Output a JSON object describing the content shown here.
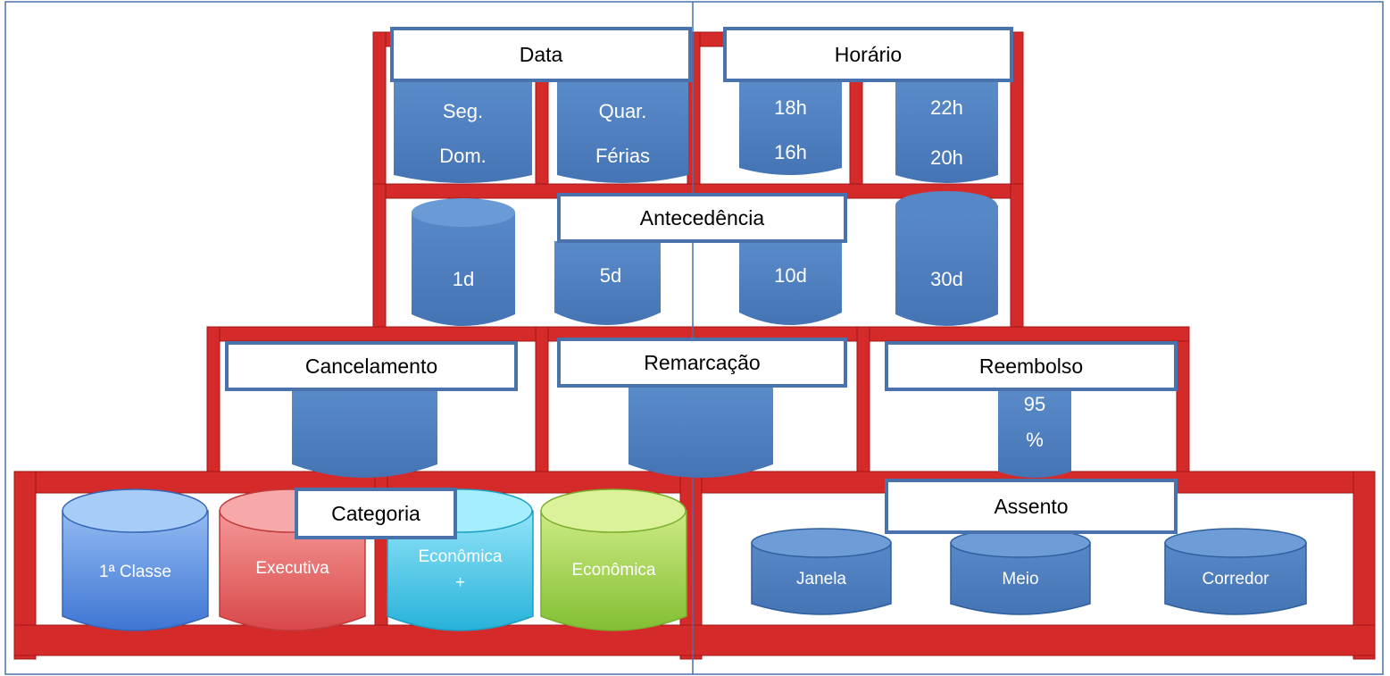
{
  "colors": {
    "frame_red": "#d42a2a",
    "frame_dark": "#a31515",
    "cylinder_blue": "#4d7ebd",
    "cylinder_blue_top": "#5b8bc8",
    "label_border": "#4a72ad",
    "first_class_blue": "#5f95e4",
    "executive_red": "#e86f6f",
    "economy_plus_cyan": "#4ec9ea",
    "economy_green": "#9ed255",
    "divider": "#4a72ad"
  },
  "labels": {
    "data": "Data",
    "horario": "Horário",
    "antecedencia": "Antecedência",
    "cancelamento": "Cancelamento",
    "remarcacao": "Remarcação",
    "reembolso": "Reembolso",
    "categoria": "Categoria",
    "assento": "Assento"
  },
  "data_items": {
    "seg": "Seg.",
    "dom": "Dom.",
    "quar": "Quar.",
    "ferias": "Férias"
  },
  "horario_items": {
    "h18": "18h",
    "h16": "16h",
    "h22": "22h",
    "h20": "20h"
  },
  "antecedencia_items": {
    "d1": "1d",
    "d5": "5d",
    "d10": "10d",
    "d30": "30d"
  },
  "reembolso_value": {
    "line1": "95",
    "line2": "%"
  },
  "categoria_items": {
    "primeira": "1ª Classe",
    "executiva": "Executiva",
    "economica_plus_1": "Econômica",
    "economica_plus_2": "+",
    "economica": "Econômica"
  },
  "assento_items": {
    "janela": "Janela",
    "meio": "Meio",
    "corredor": "Corredor"
  }
}
